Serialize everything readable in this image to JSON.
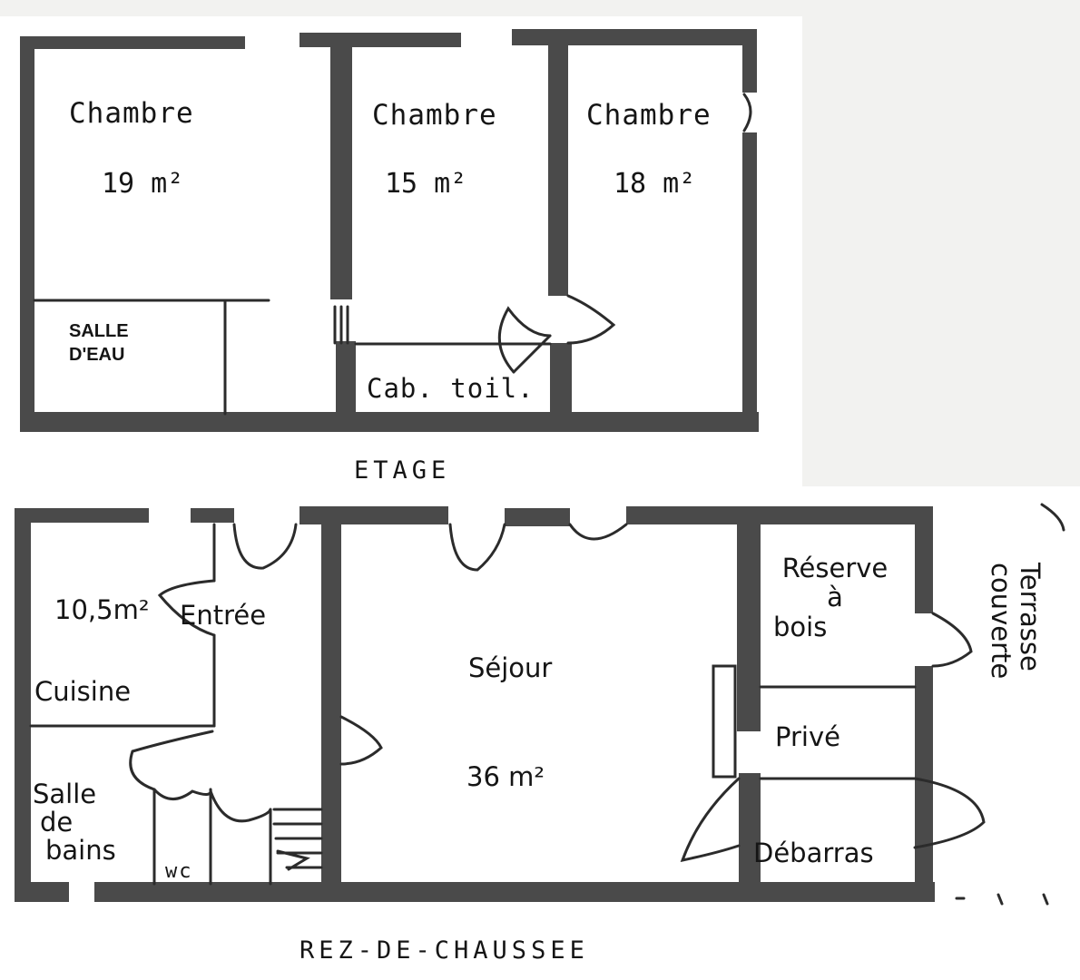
{
  "floors": {
    "upper": {
      "title": "ETAGE",
      "rooms": {
        "chambre_1": {
          "name": "Chambre",
          "area": "19 m²"
        },
        "chambre_2": {
          "name": "Chambre",
          "area": "15 m²"
        },
        "chambre_3": {
          "name": "Chambre",
          "area": "18 m²"
        },
        "salle_deau": {
          "line1": "SALLE",
          "line2": "D'EAU"
        },
        "cab_toil": {
          "name": "Cab. toil."
        }
      }
    },
    "ground": {
      "title": "REZ-DE-CHAUSSEE",
      "rooms": {
        "cuisine": {
          "name": "Cuisine",
          "area": "10,5m²"
        },
        "entree": {
          "name": "Entrée"
        },
        "sejour": {
          "name": "Séjour",
          "area": "36 m²"
        },
        "reserve": {
          "line1": "Réserve",
          "line2": "à",
          "line3": "bois"
        },
        "prive": {
          "name": "Privé"
        },
        "debarras": {
          "name": "Débarras"
        },
        "salle_bains": {
          "line1": "Salle",
          "line2": "de",
          "line3": "bains"
        },
        "wc": {
          "name": "wc"
        },
        "terrasse": {
          "line1": "Terrasse",
          "line2": "couverte"
        }
      }
    }
  }
}
